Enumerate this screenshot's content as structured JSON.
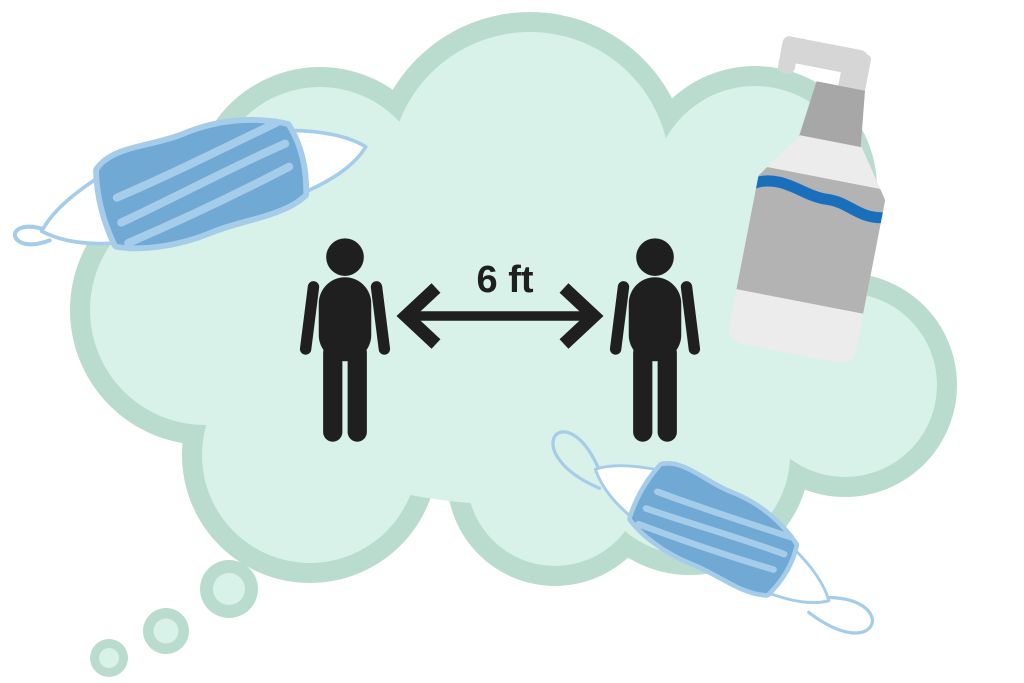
{
  "scene": {
    "distance_label": "6 ft"
  },
  "icons": {
    "cloud": "thought-bubble",
    "trail": "thought-bubble-dots",
    "mask_top_left": "face-mask-icon",
    "mask_bottom_right": "face-mask-icon",
    "sanitizer": "hand-sanitizer-pump-bottle-icon",
    "person_left": "person-icon",
    "person_right": "person-icon",
    "arrow": "double-headed-distance-arrow-icon"
  },
  "colors": {
    "background": "#ffffff",
    "cloud_border": "#b9dcce",
    "cloud_fill": "#d8f1e9",
    "mask_body": "#6fa9d4",
    "mask_trim": "#a5cde9",
    "mask_tip": "#ffffff",
    "ink": "#1f1f1f",
    "bottle_body": "#ececec",
    "bottle_label": "#b3b3b3",
    "pump_dark": "#a7a7a7",
    "pump_light": "#d6d6d6",
    "stripe_blue": "#1a6fbd"
  }
}
